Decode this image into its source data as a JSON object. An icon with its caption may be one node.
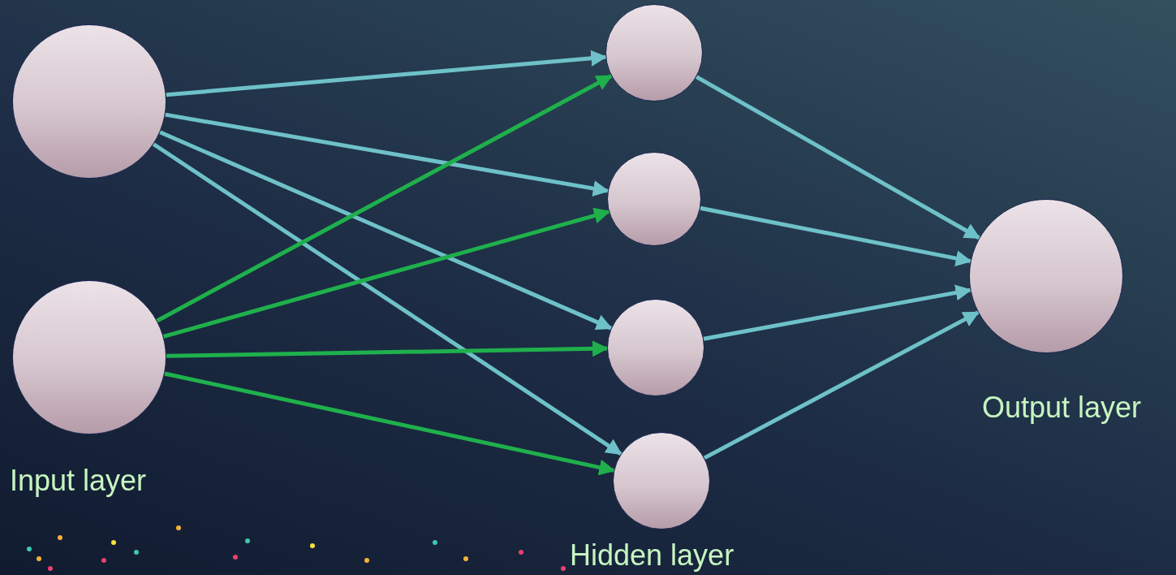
{
  "diagram": {
    "nodes": [
      {
        "text": [],
        "shape": "circle"
      },
      {
        "text": [],
        "shape": "circle"
      },
      {
        "text": [],
        "shape": "circle"
      },
      {
        "text": [],
        "shape": "circle"
      },
      {
        "text": [],
        "shape": "circle"
      },
      {
        "text": [],
        "shape": "circle"
      },
      {
        "text": [],
        "shape": "circle"
      }
    ],
    "edges": [
      {
        "from": 0,
        "to": 2,
        "arrow": "to"
      },
      {
        "from": 0,
        "to": 3,
        "arrow": "to"
      },
      {
        "from": 0,
        "to": 4,
        "arrow": "to"
      },
      {
        "from": 0,
        "to": 5,
        "arrow": "to"
      },
      {
        "from": 1,
        "to": 2,
        "arrow": "to",
        "color": "#1fb04c"
      },
      {
        "from": 1,
        "to": 3,
        "arrow": "to",
        "color": "#1fb04c"
      },
      {
        "from": 1,
        "to": 4,
        "arrow": "to",
        "color": "#1fb04c"
      },
      {
        "from": 1,
        "to": 5,
        "arrow": "to",
        "color": "#1fb04c"
      },
      {
        "from": 2,
        "to": 6,
        "arrow": "to"
      },
      {
        "from": 3,
        "to": 6,
        "arrow": "to"
      },
      {
        "from": 4,
        "to": 6,
        "arrow": "to"
      },
      {
        "from": 5,
        "to": 6,
        "arrow": "to"
      }
    ],
    "labels": [
      "Input layer",
      "Hidden layer",
      "Output layer"
    ]
  }
}
